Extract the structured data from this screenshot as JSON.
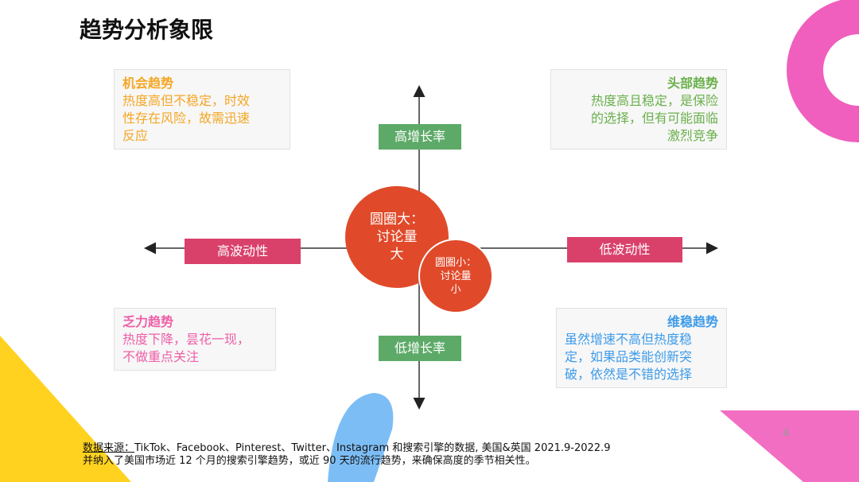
{
  "page": {
    "title": "趋势分析象限",
    "page_number": "4"
  },
  "axes": {
    "top_label": "高增长率",
    "bottom_label": "低增长率",
    "left_label": "高波动性",
    "right_label": "低波动性"
  },
  "quadrants": {
    "top_left": {
      "heading": "机会趋势",
      "lines": [
        "热度高但不稳定，时效",
        "性存在风险，故需迅速",
        "反应"
      ]
    },
    "top_right": {
      "heading": "头部趋势",
      "lines": [
        "热度高且稳定，是保险",
        "的选择，但有可能面临",
        "激烈竞争"
      ]
    },
    "bottom_left": {
      "heading": "乏力趋势",
      "lines": [
        "热度下降，昙花一现，",
        "不做重点关注"
      ]
    },
    "bottom_right": {
      "heading": "维稳趋势",
      "lines": [
        "虽然增速不高但热度稳",
        "定，如果品类能创新突",
        "破，依然是不错的选择"
      ]
    }
  },
  "bubbles": {
    "large": [
      "圆圈大：",
      "讨论量",
      "大"
    ],
    "small": [
      "圆圈小：",
      "讨论量",
      "小"
    ]
  },
  "source": {
    "prefix": "数据来源：",
    "line1": "TikTok、Facebook、Pinterest、Twitter、Instagram 和搜索引擎的数据, 美国&英国 2021.9-2022.9",
    "line2": "并纳入了美国市场近 12 个月的搜索引擎趋势，或近 90 天的流行趋势，来确保高度的季节相关性。"
  },
  "colors": {
    "orange": "#f5a623",
    "green": "#6ab04c",
    "pink": "#ee5fa7",
    "blue": "#3d9be9",
    "axis_green": "#5daa68",
    "axis_pink": "#d9416b",
    "bubble": "#e04a2a"
  }
}
